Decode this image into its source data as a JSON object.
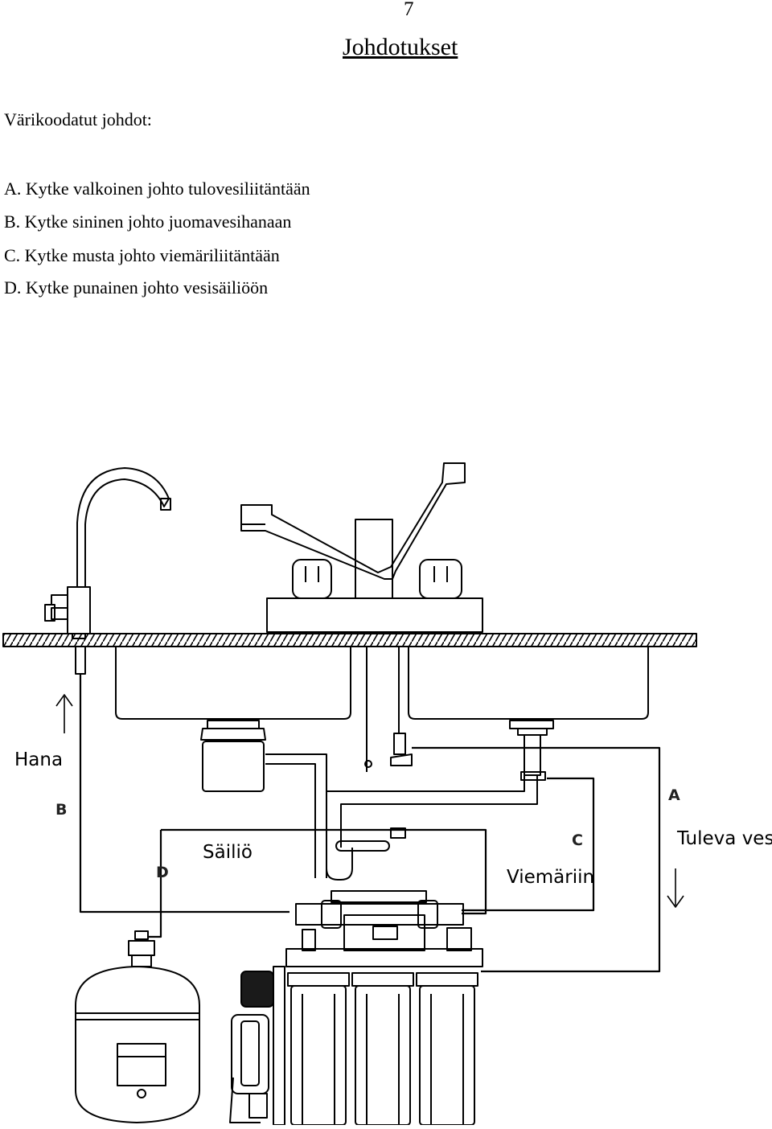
{
  "page": {
    "number": "7",
    "title": "Johdotukset",
    "intro": "Värikoodatut johdot:"
  },
  "instructions": [
    "A. Kytke valkoinen johto tulovesiliitäntään",
    "B. Kytke sininen johto juomavesihanaan",
    "C. Kytke musta johto viemäriliitäntään",
    "D. Kytke punainen johto vesisäiliöön"
  ],
  "diagram": {
    "labels": {
      "faucet": "Hana",
      "tank": "Säiliö",
      "drain": "Viemäriin",
      "inlet": "Tuleva vesi"
    },
    "letters": {
      "a": "A",
      "b": "B",
      "c": "C",
      "d": "D"
    }
  }
}
